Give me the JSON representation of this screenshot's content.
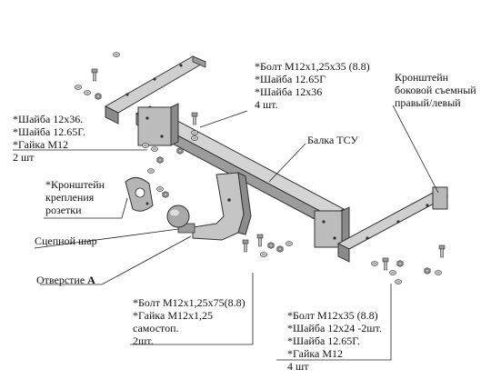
{
  "colors": {
    "part_fill": "#c9c9c9",
    "part_dark": "#7d7d7d",
    "part_light": "#e6e6e6",
    "outline": "#3a3a3a",
    "leader": "#222222",
    "text": "#111111"
  },
  "labels": {
    "top_bolt": {
      "line1": "*Болт М12х1,25х35 (8.8)",
      "line2": "*Шайба 12.65Г",
      "line3": "*Шайба 12х36",
      "line4": "4 шт."
    },
    "right_bracket": {
      "line1": "Кронштейн",
      "line2": "боковой съемный",
      "line3": "правый/левый"
    },
    "beam": {
      "line1": "Балка ТСУ"
    },
    "left_washers": {
      "line1": "*Шайба 12х36.",
      "line2": "*Шайба 12.65Г.",
      "line3": "*Гайка М12",
      "line4": "2 шт"
    },
    "socket_bracket": {
      "line1": "*Кронштейн",
      "line2": "крепления",
      "line3": "розетки"
    },
    "tow_ball": {
      "line1": "Сцепной шар"
    },
    "hole": {
      "prefix": "Отверстие ",
      "letter": "А"
    },
    "bottom_bolt": {
      "line1": "*Болт М12х1,25х75(8.8)",
      "line2": "*Гайка М12х1,25",
      "line3": "самостоп.",
      "line4": "2шт."
    },
    "right_bolt": {
      "line1": "*Болт М12х35 (8.8)",
      "line2": "*Шайба 12х24 -2шт.",
      "line3": "*Шайба 12.65Г.",
      "line4": "*Гайка М12",
      "line5": "4  шт"
    }
  }
}
